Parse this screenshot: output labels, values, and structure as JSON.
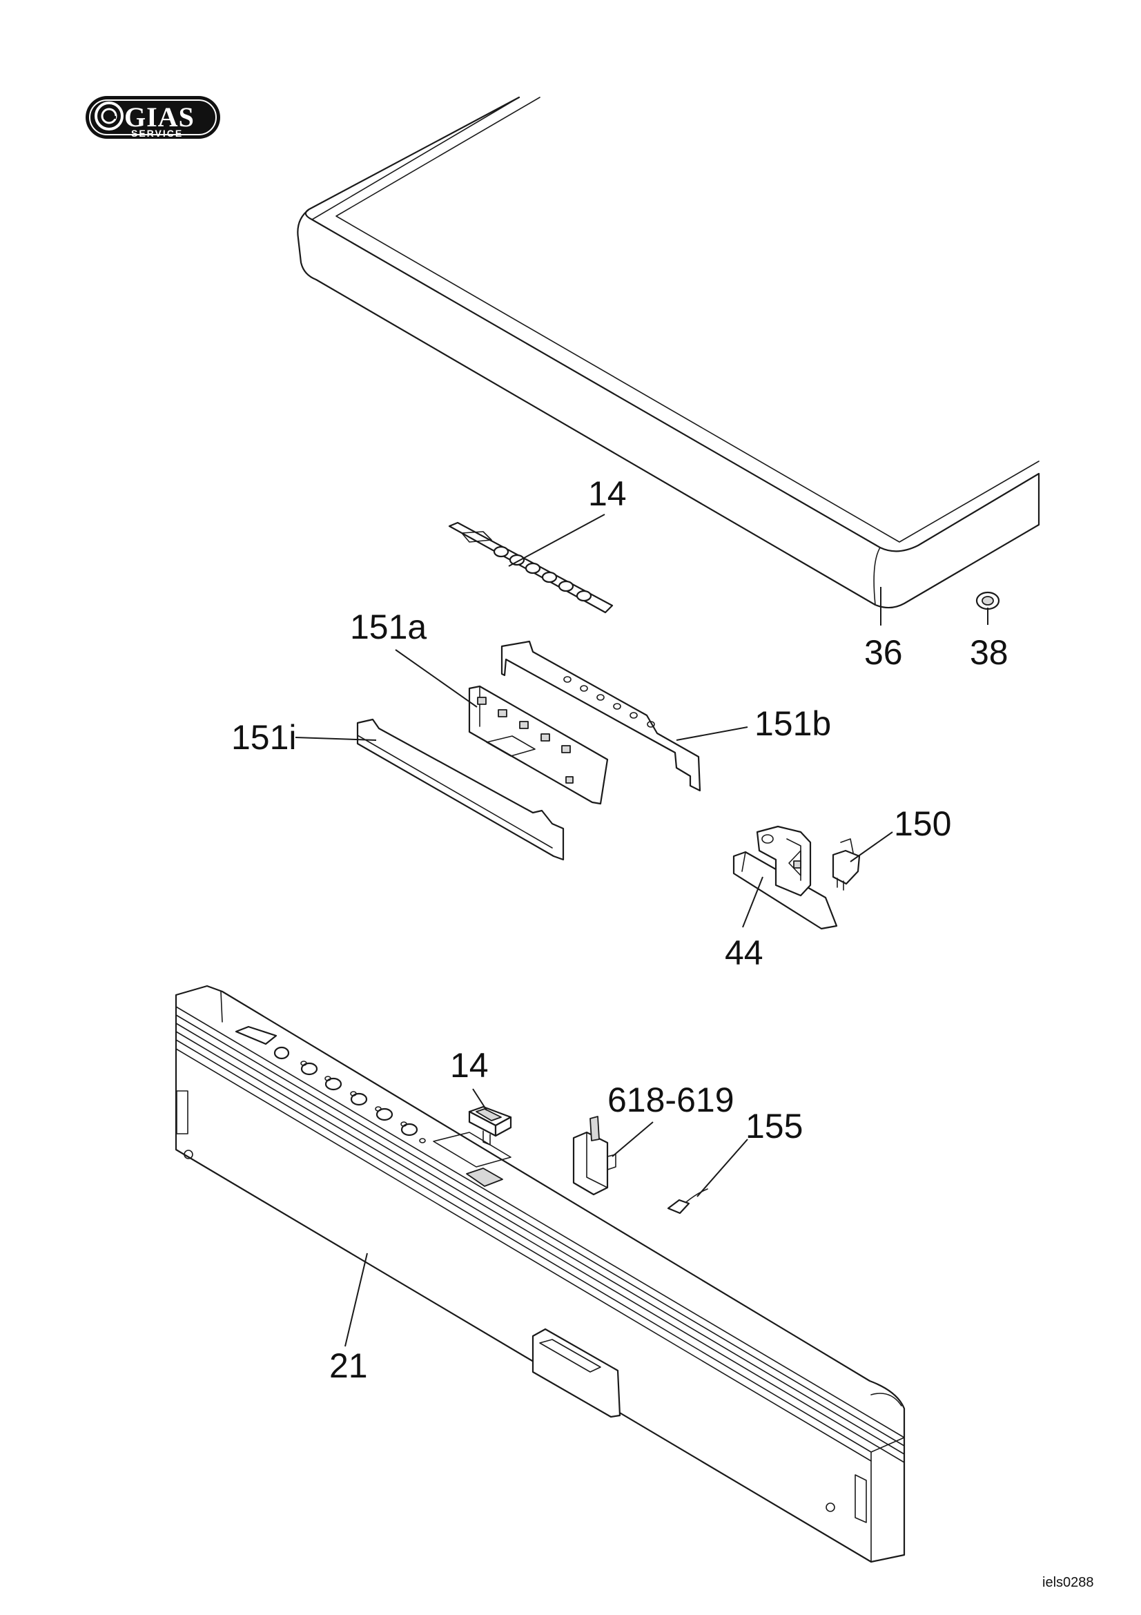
{
  "logo": {
    "brand": "GIAS",
    "subtitle": "SERVICE"
  },
  "callouts": {
    "c14_top": "14",
    "c36": "36",
    "c38": "38",
    "c151a": "151a",
    "c151b": "151b",
    "c151i": "151i",
    "c150": "150",
    "c44": "44",
    "c14_bottom": "14",
    "c618_619": "618-619",
    "c155": "155",
    "c21": "21"
  },
  "reference_code": "iels0288"
}
